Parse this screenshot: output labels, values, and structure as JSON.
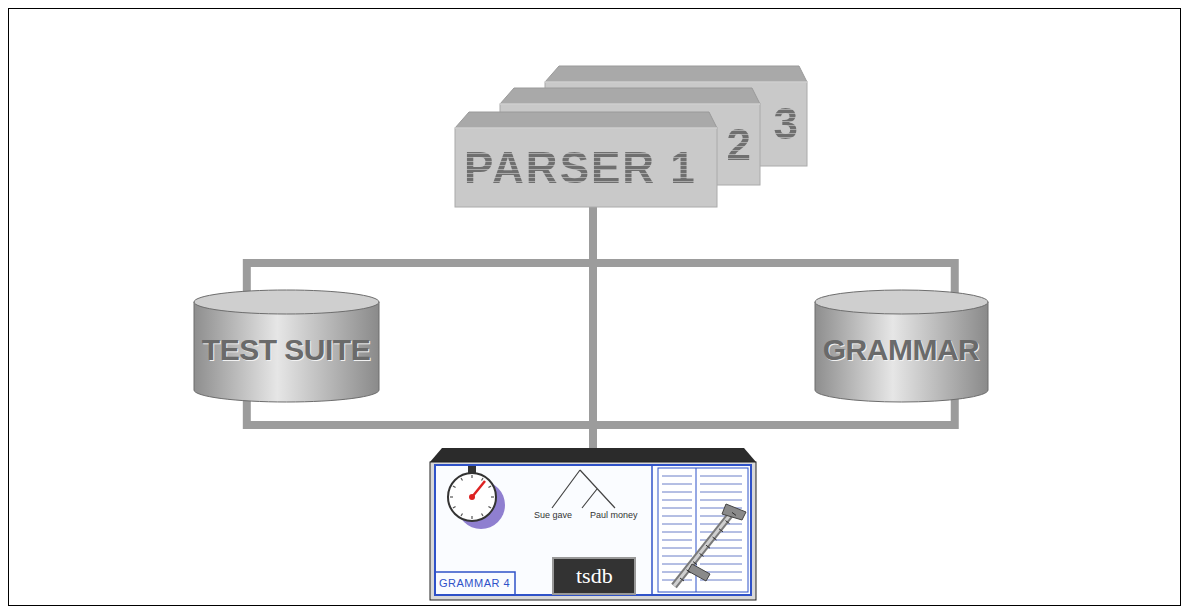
{
  "diagram": {
    "nodes": [
      {
        "text": [
          "PARSER 1"
        ]
      },
      {
        "text": [
          "2"
        ]
      },
      {
        "text": [
          "3"
        ]
      },
      {
        "text": [
          "TEST SUITE"
        ]
      },
      {
        "text": [
          "GRAMMAR"
        ]
      },
      {
        "text": [
          "GRAMMAR 4"
        ]
      },
      {
        "text": [
          "tsdb"
        ],
        "in": 5
      }
    ],
    "edges": [
      {
        "from": 0,
        "to": 5,
        "arrow": "none"
      },
      {
        "from": 3,
        "to": 0,
        "arrow": "none"
      },
      {
        "from": 4,
        "to": 0,
        "arrow": "none"
      },
      {
        "from": 3,
        "to": 5,
        "arrow": "none"
      },
      {
        "from": 4,
        "to": 5,
        "arrow": "none"
      }
    ],
    "labels": [
      "Sue gave",
      "Paul money"
    ]
  }
}
